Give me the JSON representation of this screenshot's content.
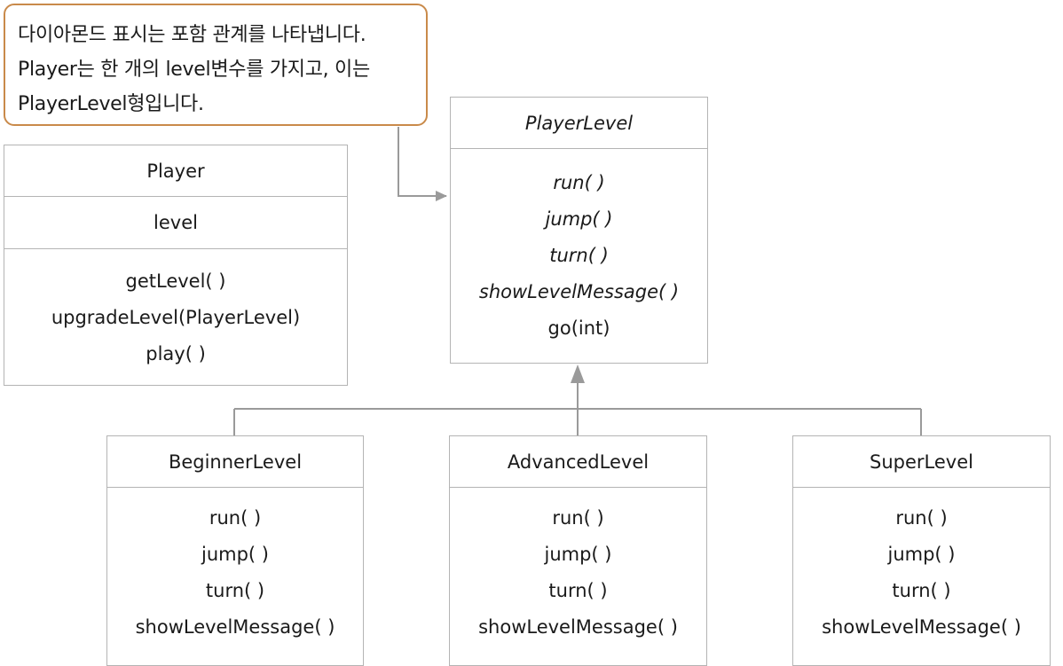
{
  "note": {
    "lines": [
      "다이아몬드 표시는 포함 관계를 나타냅니다.",
      "Player는 한 개의 level변수를 가지고, 이는",
      "PlayerLevel형입니다."
    ]
  },
  "player": {
    "name": "Player",
    "attribute": "level",
    "operations": [
      "getLevel( )",
      "upgradeLevel(PlayerLevel)",
      "play( )"
    ]
  },
  "player_level": {
    "name": "PlayerLevel",
    "operations": [
      "run( )",
      "jump( )",
      "turn( )",
      "showLevelMessage( )",
      "go(int)"
    ]
  },
  "beginner": {
    "name": "BeginnerLevel",
    "operations": [
      "run( )",
      "jump( )",
      "turn( )",
      "showLevelMessage( )"
    ]
  },
  "advanced": {
    "name": "AdvancedLevel",
    "operations": [
      "run( )",
      "jump( )",
      "turn( )",
      "showLevelMessage( )"
    ]
  },
  "super": {
    "name": "SuperLevel",
    "operations": [
      "run( )",
      "jump( )",
      "turn( )",
      "showLevelMessage( )"
    ]
  },
  "colors": {
    "note_border": "#c98a4a",
    "box_border": "#b4b4b4",
    "connector": "#9a9a9a"
  }
}
